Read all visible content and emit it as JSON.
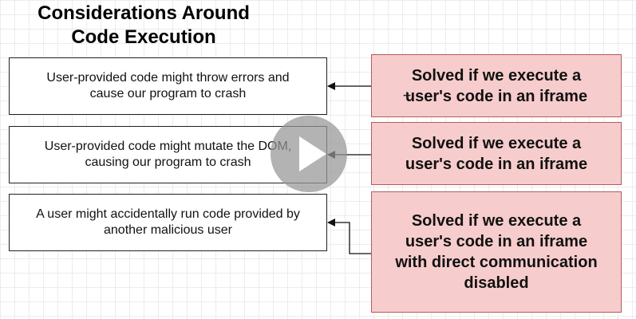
{
  "title": {
    "line1": "Considerations Around",
    "line2": "Code Execution"
  },
  "concerns": [
    {
      "line1": "User-provided code might throw errors and",
      "line2": "cause our program to crash"
    },
    {
      "line1": "User-provided code might mutate the DOM,",
      "line2": "causing our program to crash"
    },
    {
      "line1": "A user might accidentally run code provided by",
      "line2": "another malicious user"
    }
  ],
  "solutions": [
    {
      "line1": "Solved if we execute a",
      "line2": "user's code in an iframe"
    },
    {
      "line1": "Solved if we execute a",
      "line2": "user's code in an iframe"
    },
    {
      "line1": "Solved if we execute a",
      "line2": "user's code in an iframe",
      "line3": "with direct communication",
      "line4": "disabled"
    }
  ],
  "colors": {
    "solution_fill": "#f7cccc",
    "solution_border": "#b35c5c",
    "concern_border": "#222222"
  },
  "icons": {
    "play": "play-icon",
    "cursor": "cursor-icon"
  }
}
